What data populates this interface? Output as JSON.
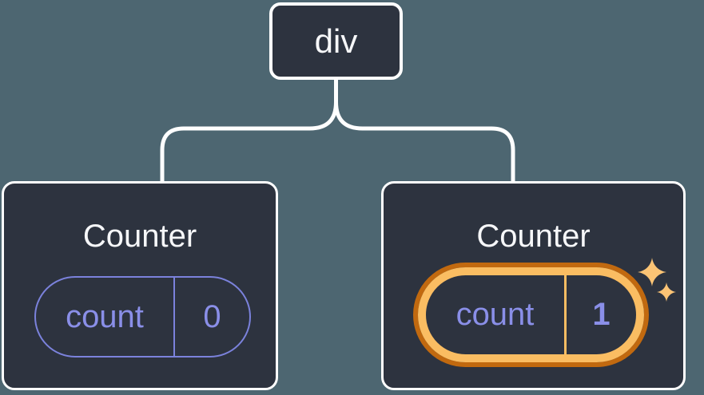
{
  "diagram": {
    "type": "component-tree",
    "root_node": {
      "label": "div"
    },
    "children": [
      {
        "title": "Counter",
        "state": {
          "key": "count",
          "value": "0"
        },
        "highlighted": false
      },
      {
        "title": "Counter",
        "state": {
          "key": "count",
          "value": "1"
        },
        "highlighted": true,
        "badge_icon": "sparkles-icon"
      }
    ]
  },
  "colors": {
    "background": "#4D6671",
    "node_fill": "#2D333F",
    "node_border": "#FFFFFF",
    "connector": "#FFFFFF",
    "title_text": "#F6F7F9",
    "state_text": "#8A8FE8",
    "state_pill_border": "#7B82DC",
    "highlight_ring_dark": "#C1690F",
    "highlight_ring_light": "#FABD62",
    "sparkle": "#FBC475"
  }
}
